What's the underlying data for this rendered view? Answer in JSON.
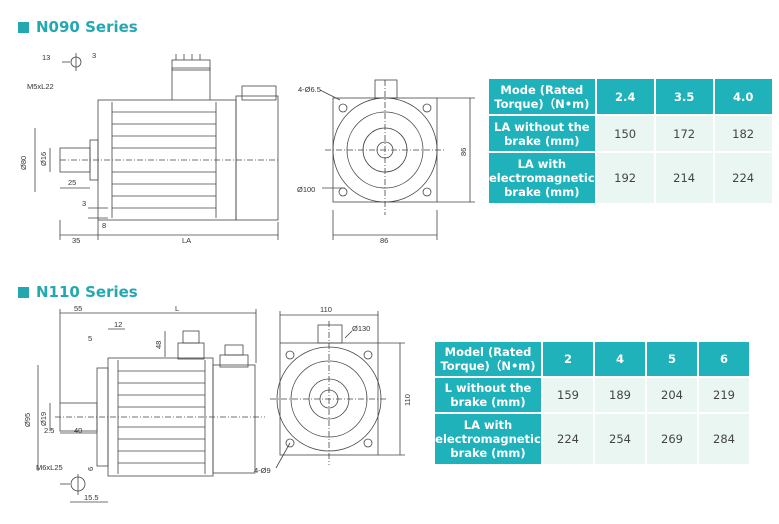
{
  "n090": {
    "title": "N090 Series",
    "dims": {
      "d13": "13",
      "d3top": "3",
      "m5": "M5xL22",
      "phi80": "Ø80",
      "phi16": "Ø16",
      "d25": "25",
      "d3": "3",
      "d8": "8",
      "d35": "35",
      "la": "LA",
      "holes": "4-Ø6.5",
      "phi100": "Ø100",
      "d86v": "86",
      "d86h": "86"
    },
    "table": {
      "header_label": "Mode (Rated Torque)（N•m)",
      "torques": [
        "2.4",
        "3.5",
        "4.0"
      ],
      "rows": [
        {
          "label": "LA without the brake (mm)",
          "values": [
            "150",
            "172",
            "182"
          ]
        },
        {
          "label": "LA with electromagnetic brake (mm)",
          "values": [
            "192",
            "214",
            "224"
          ]
        }
      ]
    }
  },
  "n110": {
    "title": "N110 Series",
    "dims": {
      "d55": "55",
      "l": "L",
      "d12": "12",
      "d48": "48",
      "d5": "5",
      "phi95": "Ø95",
      "phi19": "Ø19",
      "d25": "2.5",
      "d40": "40",
      "m6": "M6xL25",
      "d6": "6",
      "d155": "15.5",
      "d110h": "110",
      "phi130": "Ø130",
      "d110v": "110",
      "holes": "4-Ø9"
    },
    "table": {
      "header_label": "Model (Rated Torque)（N•m)",
      "torques": [
        "2",
        "4",
        "5",
        "6"
      ],
      "rows": [
        {
          "label": "L without the brake (mm)",
          "values": [
            "159",
            "189",
            "204",
            "219"
          ]
        },
        {
          "label": "LA with electromagnetic brake (mm)",
          "values": [
            "224",
            "254",
            "269",
            "284"
          ]
        }
      ]
    }
  },
  "colors": {
    "accent": "#23a8b2",
    "header_bg": "#1fb2bb",
    "cell_bg": "#eaf6f1"
  }
}
